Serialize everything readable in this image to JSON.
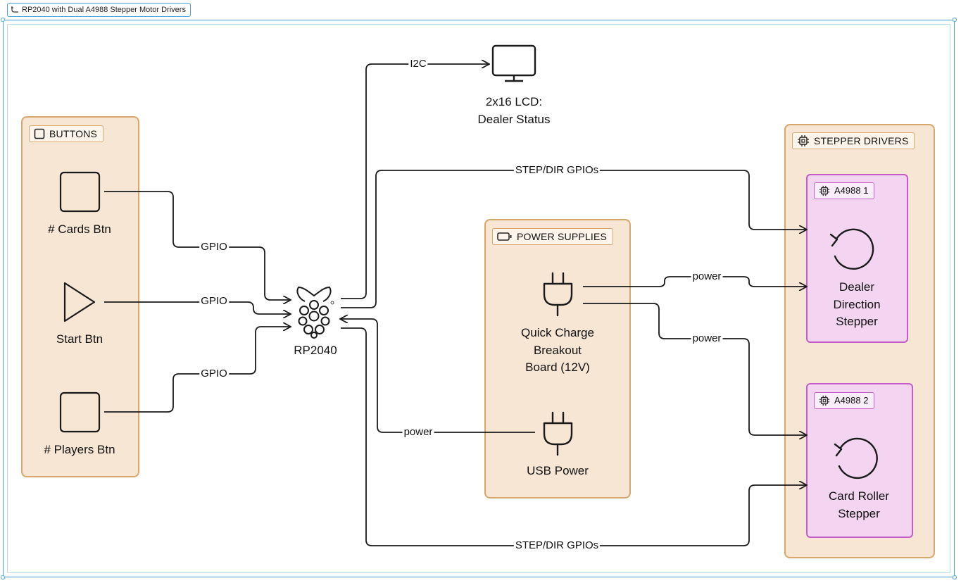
{
  "diagram": {
    "title": "RP2040 with Dual A4988 Stepper Motor Drivers",
    "colors": {
      "group_fill": "#f7e6d4",
      "group_border": "#d9a66b",
      "driver_fill": "#f3d4f1",
      "driver_border": "#c35cc7",
      "selection": "#4aa3df"
    }
  },
  "groups": {
    "buttons": {
      "label": "BUTTONS",
      "icon": "square-icon"
    },
    "power": {
      "label": "POWER SUPPLIES",
      "icon": "battery-icon"
    },
    "drivers": {
      "label": "STEPPER DRIVERS",
      "icon": "chip-icon"
    }
  },
  "drivers": {
    "a1": {
      "label": "A4988 1",
      "icon": "chip-icon"
    },
    "a2": {
      "label": "A4988 2",
      "icon": "chip-icon"
    }
  },
  "nodes": {
    "cards_btn": {
      "label": "# Cards Btn",
      "icon": "square-icon"
    },
    "start_btn": {
      "label": "Start Btn",
      "icon": "play-icon"
    },
    "players_btn": {
      "label": "# Players Btn",
      "icon": "square-icon"
    },
    "rp2040": {
      "label": "RP2040",
      "icon": "raspberry-icon"
    },
    "lcd": {
      "label": "2x16 LCD:\nDealer Status",
      "icon": "monitor-icon"
    },
    "qc_board": {
      "label": "Quick Charge\nBreakout\nBoard (12V)",
      "icon": "plug-icon"
    },
    "usb_power": {
      "label": "USB Power",
      "icon": "plug-icon"
    },
    "dealer_stepper": {
      "label": "Dealer\nDirection\nStepper",
      "icon": "rotate-icon"
    },
    "roller_stepper": {
      "label": "Card Roller\nStepper",
      "icon": "rotate-icon"
    }
  },
  "edges": {
    "cards_gpio": "GPIO",
    "start_gpio": "GPIO",
    "players_gpio": "GPIO",
    "lcd_i2c": "I2C",
    "step_top": "STEP/DIR GPIOs",
    "step_bottom": "STEP/DIR GPIOs",
    "usb_power": "power",
    "qc_dealer_power": "power",
    "qc_roller_power": "power"
  }
}
